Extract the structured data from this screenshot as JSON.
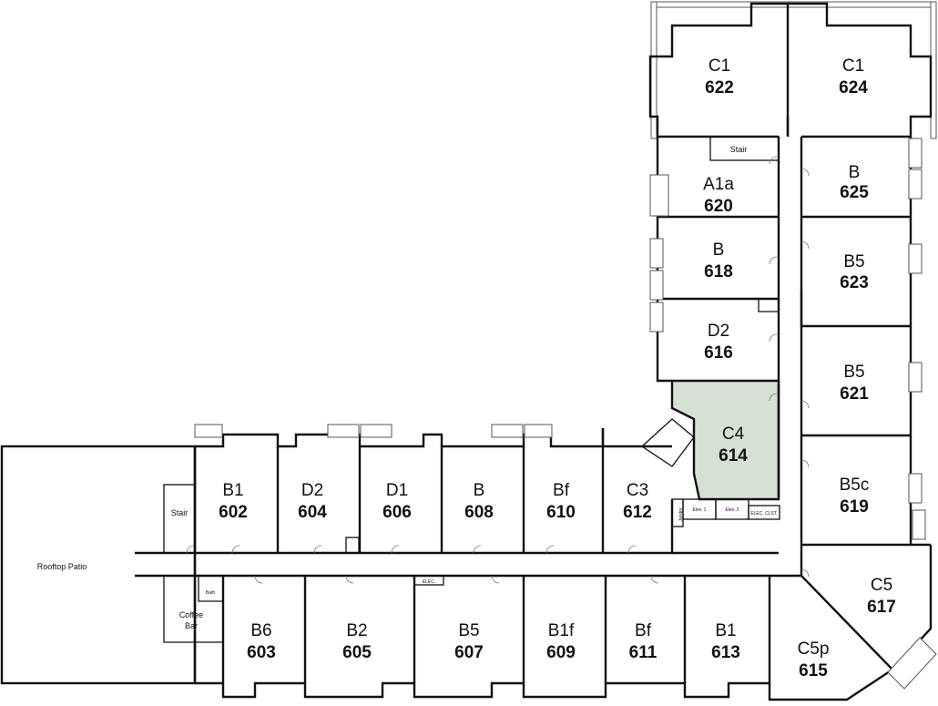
{
  "highlight_color": "#d6e0d4",
  "units": [
    {
      "id": "u622",
      "type": "C1",
      "num": "622"
    },
    {
      "id": "u624",
      "type": "C1",
      "num": "624"
    },
    {
      "id": "u620",
      "type": "A1a",
      "num": "620"
    },
    {
      "id": "u625",
      "type": "B",
      "num": "625"
    },
    {
      "id": "u618",
      "type": "B",
      "num": "618"
    },
    {
      "id": "u623",
      "type": "B5",
      "num": "623"
    },
    {
      "id": "u616",
      "type": "D2",
      "num": "616"
    },
    {
      "id": "u621",
      "type": "B5",
      "num": "621"
    },
    {
      "id": "u614",
      "type": "C4",
      "num": "614",
      "selected": true
    },
    {
      "id": "u619",
      "type": "B5c",
      "num": "619"
    },
    {
      "id": "u617",
      "type": "C5",
      "num": "617"
    },
    {
      "id": "u615",
      "type": "C5p",
      "num": "615"
    },
    {
      "id": "u602",
      "type": "B1",
      "num": "602"
    },
    {
      "id": "u604",
      "type": "D2",
      "num": "604"
    },
    {
      "id": "u606",
      "type": "D1",
      "num": "606"
    },
    {
      "id": "u608",
      "type": "B",
      "num": "608"
    },
    {
      "id": "u610",
      "type": "Bf",
      "num": "610"
    },
    {
      "id": "u612",
      "type": "C3",
      "num": "612"
    },
    {
      "id": "u603",
      "type": "B6",
      "num": "603"
    },
    {
      "id": "u605",
      "type": "B2",
      "num": "605"
    },
    {
      "id": "u607",
      "type": "B5",
      "num": "607"
    },
    {
      "id": "u609",
      "type": "B1f",
      "num": "609"
    },
    {
      "id": "u611",
      "type": "Bf",
      "num": "611"
    },
    {
      "id": "u613",
      "type": "B1",
      "num": "613"
    }
  ],
  "amenities": {
    "rooftop_patio": "Rooftop Patio",
    "stair_west": "Stair",
    "stair_north": "Stair",
    "coffee_bar_line1": "Coffee",
    "coffee_bar_line2": "Bar",
    "bath": "Bath",
    "elev1": "Elev. 1",
    "elev2": "Elev. 2",
    "elec_closet": "ELEC. CLST.",
    "janitor": "Janitor",
    "elec_corridor": "ELEC."
  }
}
